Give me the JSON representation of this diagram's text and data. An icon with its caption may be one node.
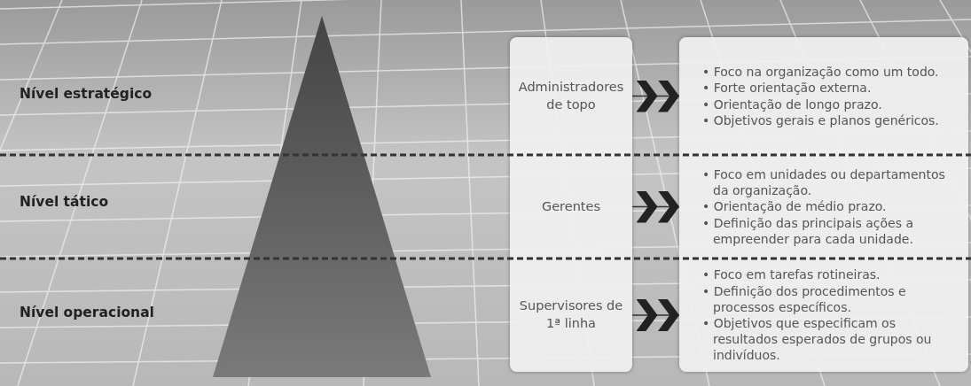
{
  "diagram": {
    "nodes": [
      {
        "text": [],
        "shape": "triangle"
      },
      {
        "text": [],
        "shape": "box"
      },
      {
        "text": [
          "Administradores de topo"
        ],
        "in": 1
      },
      {
        "text": [
          "Gerentes"
        ],
        "in": 1
      },
      {
        "text": [
          "Supervisores de 1ª linha"
        ],
        "in": 1
      },
      {
        "text": [],
        "shape": "box"
      },
      {
        "text": [
          "• Foco na organização como um todo.",
          "• Forte orientação externa.",
          "• Orientação de longo prazo.",
          "• Objetivos gerais e planos genéricos."
        ],
        "in": 5
      },
      {
        "text": [
          "• Foco em unidades ou departamentos da organização.",
          "• Orientação de médio prazo.",
          "• Definição das principais ações a empreender para cada unidade."
        ],
        "in": 5
      },
      {
        "text": [
          "• Foco em tarefas rotineiras.",
          "• Definição dos procedimentos e processos específicos.",
          "• Objetivos que especificam os resultados esperados de grupos ou indivíduos."
        ],
        "in": 5
      }
    ],
    "edges": [
      {
        "from": 2,
        "to": 6,
        "arrow": "to"
      },
      {
        "from": 3,
        "to": 7,
        "arrow": "to"
      },
      {
        "from": 4,
        "to": 8,
        "arrow": "to"
      }
    ],
    "labels": [
      "Nível estratégico",
      "Nível tático",
      "Nível operacional"
    ]
  }
}
